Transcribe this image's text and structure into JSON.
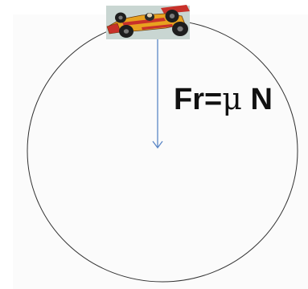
{
  "formula": {
    "lhs": "Fr=",
    "symbol": "μ",
    "rhs": " N"
  },
  "colors": {
    "page_background": "#ffffff",
    "panel_background": "#fbfbfb",
    "circle_stroke": "#333333",
    "arrow_color": "#5b87c6",
    "text_color": "#111111",
    "car_body": "#e8a21f",
    "car_accent": "#c8312a",
    "car_image_background": "#c9d6d2"
  },
  "icons": {
    "car": "race-car-icon"
  }
}
